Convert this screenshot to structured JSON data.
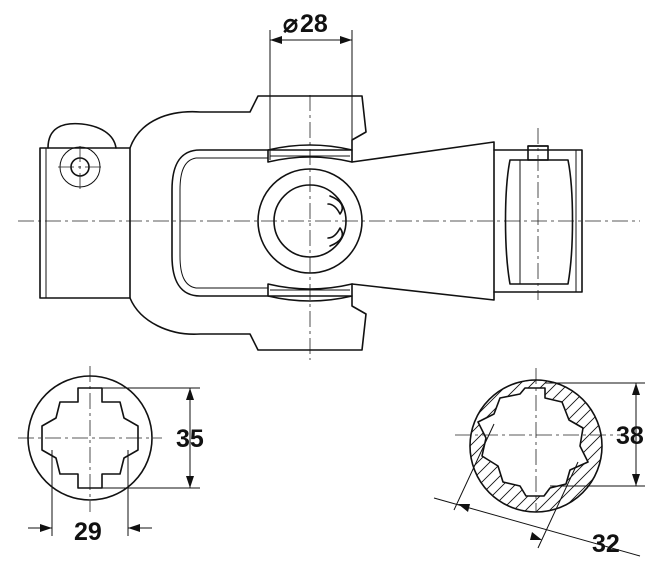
{
  "dimensions": {
    "top_diameter": {
      "symbol": "⌀",
      "value": "28"
    },
    "left_section_height": "35",
    "left_section_width": "29",
    "right_section_height": "38",
    "right_section_diagonal": "32"
  }
}
